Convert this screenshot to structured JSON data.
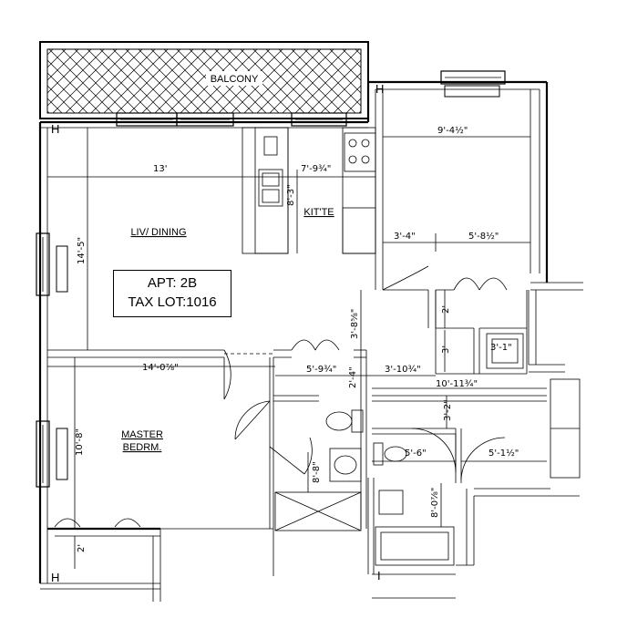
{
  "unit": {
    "apt": "APT: 2B",
    "tax_lot": "TAX LOT:1016"
  },
  "rooms": {
    "balcony": "BALCONY",
    "liv_dining": "LIV/ DINING",
    "kitchen": "KIT'TE",
    "master_l1": "MASTER",
    "master_l2": "BEDRM."
  },
  "dimensions": {
    "d_13": "13'",
    "d_14_5": "14'-5\"",
    "d_7_9": "7'-9¾\"",
    "d_8_3": "8'-3\"",
    "d_9_4": "9'-4½\"",
    "d_3_4": "3'-4\"",
    "d_5_8": "5'-8½\"",
    "d_3_8": "3'-8⅝\"",
    "d_2a": "2'",
    "d_3_1": "3'-1\"",
    "d_14_0": "14'-0⅞\"",
    "d_5_9": "5'-9¾\"",
    "d_2_4": "2'-4\"",
    "d_3_10": "3'-10¾\"",
    "d_3a": "3'",
    "d_10_11": "10'-11¾\"",
    "d_3_2": "3'-2\"",
    "d_10_8": "10'-8\"",
    "d_5_6": "5'-6\"",
    "d_5_1": "5'-1½\"",
    "d_8_8": "8'-8\"",
    "d_8_0": "8'-0⅞\"",
    "d_2b": "2'"
  },
  "marks": {
    "h": "H",
    "i": "I"
  }
}
